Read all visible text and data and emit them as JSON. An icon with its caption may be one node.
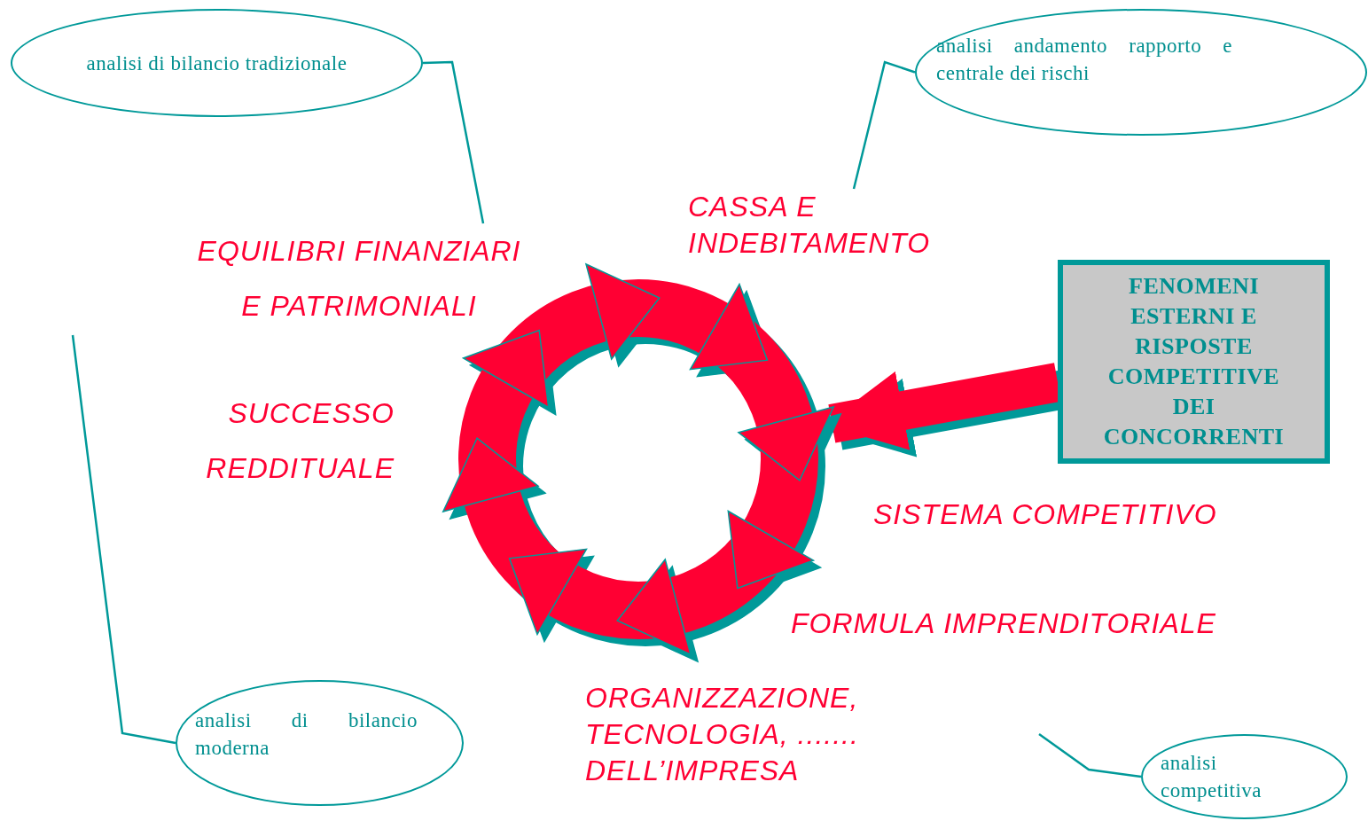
{
  "diagram": {
    "nodes": [
      {
        "text": [
          "analisi di bilancio tradizionale"
        ]
      },
      {
        "text": [
          "analisi andamento rapporto e centrale dei rischi"
        ]
      },
      {
        "text": [
          "EQUILIBRI FINANZIARI E PATRIMONIALI"
        ]
      },
      {
        "text": [
          "CASSA E INDEBITAMENTO"
        ]
      },
      {
        "text": [
          "FENOMENI ESTERNI E RISPOSTE COMPETITIVE DEI CONCORRENTI"
        ]
      },
      {
        "text": [
          "SUCCESSO REDDITUALE"
        ]
      },
      {
        "text": [
          "SISTEMA COMPETITIVO"
        ]
      },
      {
        "text": [
          "FORMULA IMPRENDITORIALE"
        ]
      },
      {
        "text": [
          "analisi di bilancio moderna"
        ]
      },
      {
        "text": [
          "ORGANIZZAZIONE, TECNOLOGIA, ....... DELL’IMPRESA"
        ]
      },
      {
        "text": [
          "analisi competitiva"
        ]
      },
      {
        "text": [],
        "shape": "circle"
      }
    ],
    "edges": [
      {
        "from": 0,
        "to": 2,
        "arrow": "none"
      },
      {
        "from": 1,
        "to": 3,
        "arrow": "none"
      },
      {
        "from": 8,
        "to": null,
        "arrow": "none"
      },
      {
        "from": 10,
        "to": null,
        "arrow": "none"
      },
      {
        "from": 4,
        "to": 11,
        "arrow": "to",
        "style": "thick",
        "color": "#ff0033"
      }
    ]
  }
}
